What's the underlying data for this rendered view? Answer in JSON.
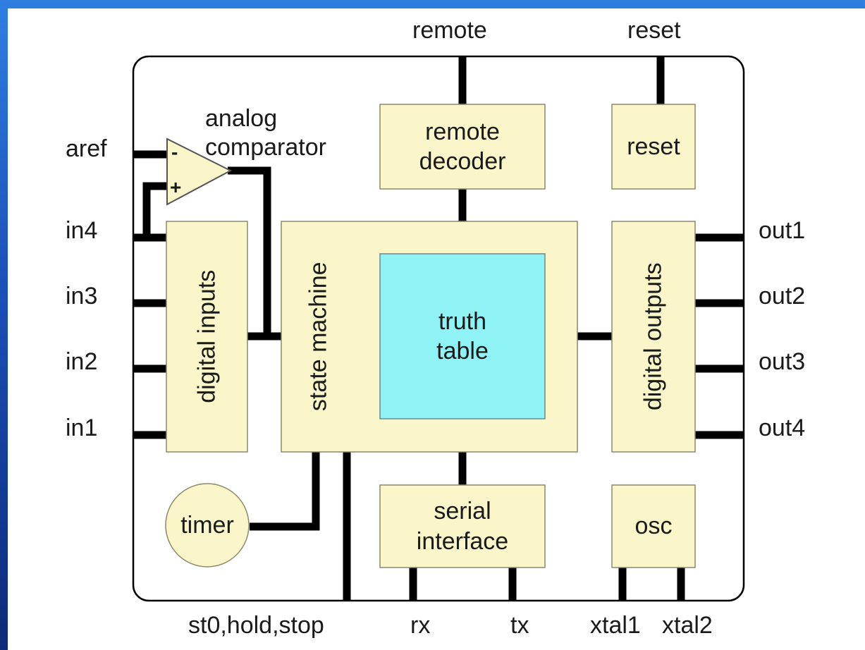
{
  "colors": {
    "block_fill": "#fbf6c9",
    "truth_table_fill": "#8ff3f6",
    "wire": "#000000"
  },
  "blocks": {
    "remote_decoder": "remote\ndecoder",
    "reset": "reset",
    "digital_inputs": "digital inputs",
    "state_machine": "state machine",
    "truth_table": "truth\ntable",
    "digital_outputs": "digital outputs",
    "timer": "timer",
    "serial_interface": "serial\ninterface",
    "osc": "osc",
    "comparator_label": "analog\ncomparator",
    "comparator_minus": "-",
    "comparator_plus": "+"
  },
  "pins": {
    "remote": "remote",
    "reset": "reset",
    "aref": "aref",
    "in4": "in4",
    "in3": "in3",
    "in2": "in2",
    "in1": "in1",
    "out1": "out1",
    "out2": "out2",
    "out3": "out3",
    "out4": "out4",
    "st0_hold_stop": "st0,hold,stop",
    "rx": "rx",
    "tx": "tx",
    "xtal1": "xtal1",
    "xtal2": "xtal2"
  }
}
